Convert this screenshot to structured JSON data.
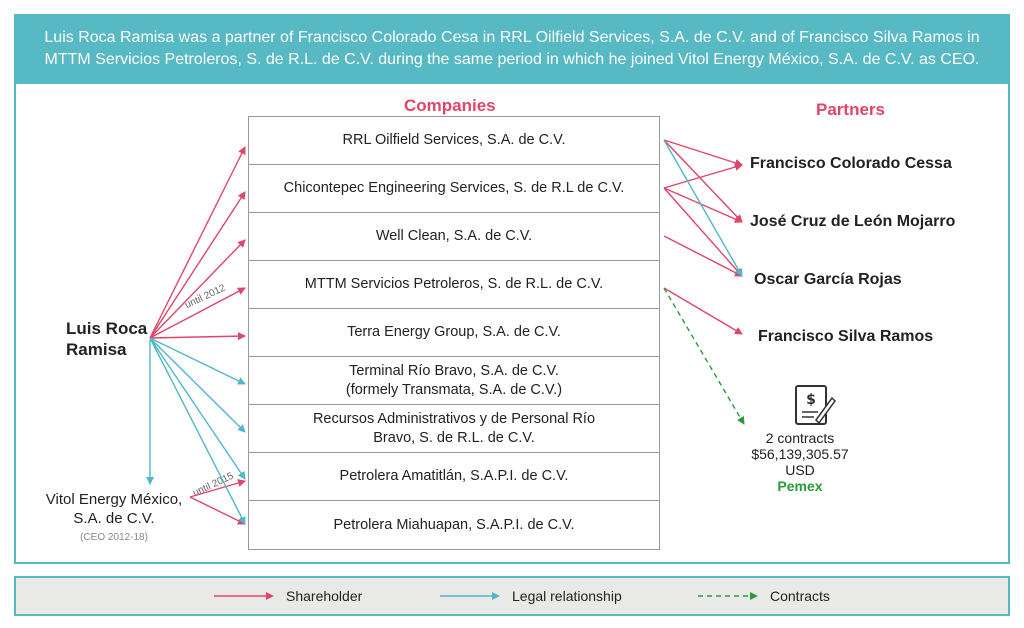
{
  "header": {
    "text": "Luis Roca Ramisa was a partner of Francisco Colorado Cesa in RRL Oilfield Services, S.A. de C.V. and of Francisco Silva Ramos in MTTM Servicios Petroleros, S. de R.L. de C.V. during the same period in which he joined Vitol Energy México, S.A. de C.V. as CEO."
  },
  "titles": {
    "companies": "Companies",
    "partners": "Partners"
  },
  "person": {
    "line1": "Luis Roca",
    "line2": "Ramisa"
  },
  "vitol": {
    "line1": "Vitol Energy México,",
    "line2": "S.A. de C.V.",
    "note": "(CEO 2012-18)"
  },
  "companies": [
    {
      "line1": "RRL Oilfield Services, S.A. de C.V.",
      "line2": ""
    },
    {
      "line1": "Chicontepec Engineering Services, S. de R.L de C.V.",
      "line2": ""
    },
    {
      "line1": "Well Clean, S.A. de C.V.",
      "line2": ""
    },
    {
      "line1": "MTTM Servicios Petroleros, S. de R.L. de C.V.",
      "line2": ""
    },
    {
      "line1": "Terra Energy Group, S.A. de C.V.",
      "line2": ""
    },
    {
      "line1": "Terminal Río Bravo, S.A. de C.V.",
      "line2": "(formely Transmata, S.A. de C.V.)"
    },
    {
      "line1": "Recursos Administrativos y de Personal Río",
      "line2": "Bravo, S. de R.L. de C.V."
    },
    {
      "line1": "Petrolera Amatitlán, S.A.P.I. de C.V.",
      "line2": ""
    },
    {
      "line1": "Petrolera Miahuapan, S.A.P.I. de C.V.",
      "line2": ""
    }
  ],
  "partners": [
    "Francisco Colorado Cessa",
    "José Cruz de León Mojarro",
    "Oscar García Rojas",
    "Francisco Silva Ramos"
  ],
  "tags": {
    "until_2012": "until 2012",
    "until_2015": "until 2015"
  },
  "contracts": {
    "count": "2 contracts",
    "amount": "$56,139,305.57 USD",
    "entity": "Pemex",
    "icon": "contract-document-icon"
  },
  "legend": {
    "shareholder": "Shareholder",
    "legal": "Legal relationship",
    "contracts": "Contracts"
  },
  "colors": {
    "shareholder": "#e0456a",
    "legal": "#4fb8c8",
    "contracts": "#2a9a3c",
    "accent": "#57b9c3"
  }
}
